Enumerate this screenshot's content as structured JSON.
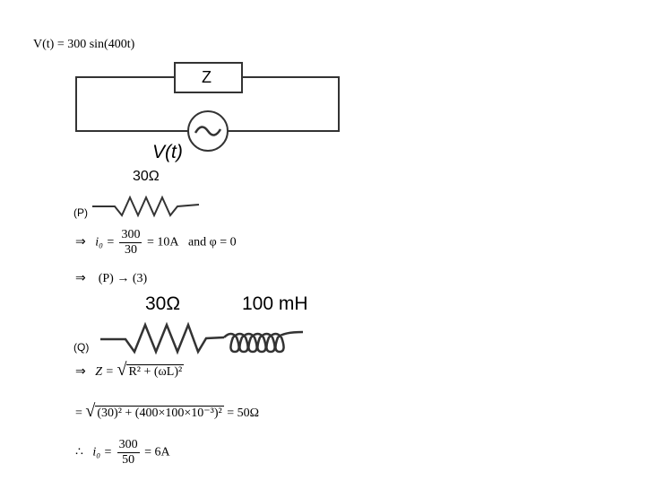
{
  "given": {
    "equation": "V(t) = 300 sin(400t)"
  },
  "circuit": {
    "impedance_label": "Z",
    "source_label": "V(t)"
  },
  "case_p": {
    "label": "(P)",
    "resistor_label": "30Ω",
    "step1": {
      "implies": "⇒",
      "lhs": "i₀ =",
      "num": "300",
      "den": "30",
      "rhs": "= 10A",
      "extra": "and φ = 0"
    },
    "step2": {
      "implies": "⇒",
      "text": "(P) → (3)"
    }
  },
  "case_q": {
    "label": "(Q)",
    "resistor_label": "30Ω",
    "inductor_label": "100 mH",
    "step1": {
      "implies": "⇒",
      "lhs": "Z =",
      "radicand": "R² + (ωL)²"
    },
    "step2": {
      "lhs": "=",
      "radicand": "(30)² + (400×100×10⁻³)²",
      "rhs": "= 50Ω"
    },
    "step3": {
      "therefore": "∴",
      "lhs": "i₀ =",
      "num": "300",
      "den": "50",
      "rhs": "= 6A"
    }
  }
}
